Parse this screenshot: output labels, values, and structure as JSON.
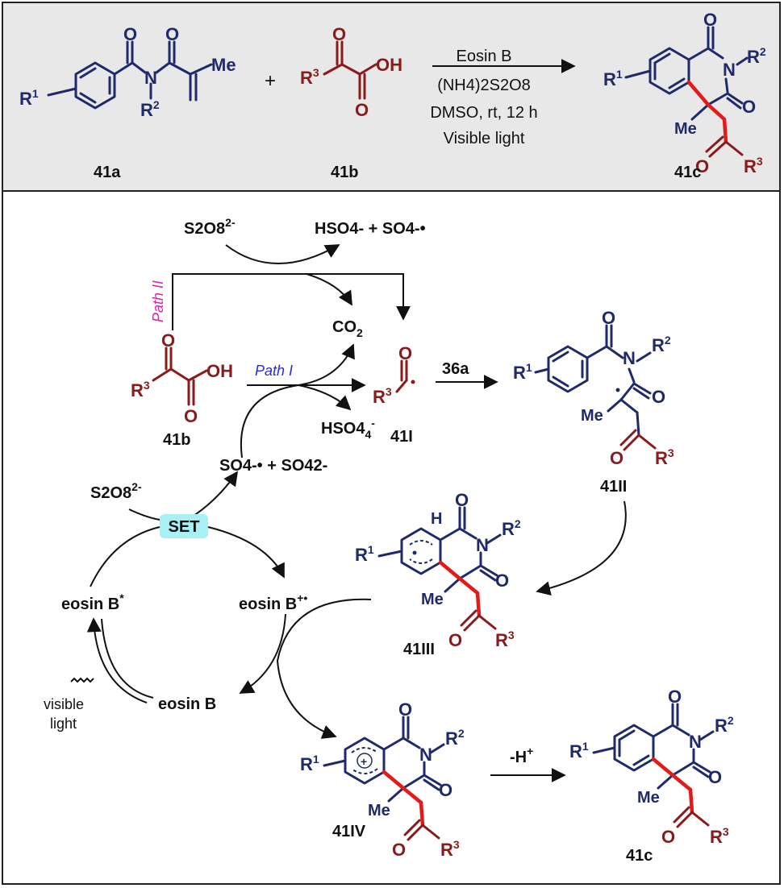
{
  "reaction": {
    "reagents": [
      "Eosin B",
      "(NH4)2S2O8",
      "DMSO, rt, 12 h",
      "Visible light"
    ],
    "plus": "+",
    "compounds": {
      "a": "41a",
      "b": "41b",
      "c": "41c"
    }
  },
  "mechanism": {
    "persulfate_top": "S2O8",
    "persulfate_top_charge": "2-",
    "products_top": "HSO4- + SO4-•",
    "path2": "Path II",
    "path1": "Path I",
    "co2": "CO2",
    "hso4": "HSO4",
    "reagent_36a": "36a",
    "so4_products": "SO4-• + SO42-",
    "persulfate_left": "S2O8",
    "set": "SET",
    "eosin_star": "eosin B",
    "eosin_radcat": "eosin B",
    "eosin": "eosin B",
    "light": [
      "visible",
      "light"
    ],
    "deprot": "-H+",
    "labels": {
      "b": "41b",
      "i": "41I",
      "ii": "41II",
      "iii": "41III",
      "iv": "41IV",
      "c": "41c"
    }
  },
  "atoms": {
    "R1": "R",
    "R2": "R",
    "R3": "R",
    "Me": "Me",
    "N": "N",
    "O": "O",
    "OH": "OH",
    "H": "H"
  }
}
